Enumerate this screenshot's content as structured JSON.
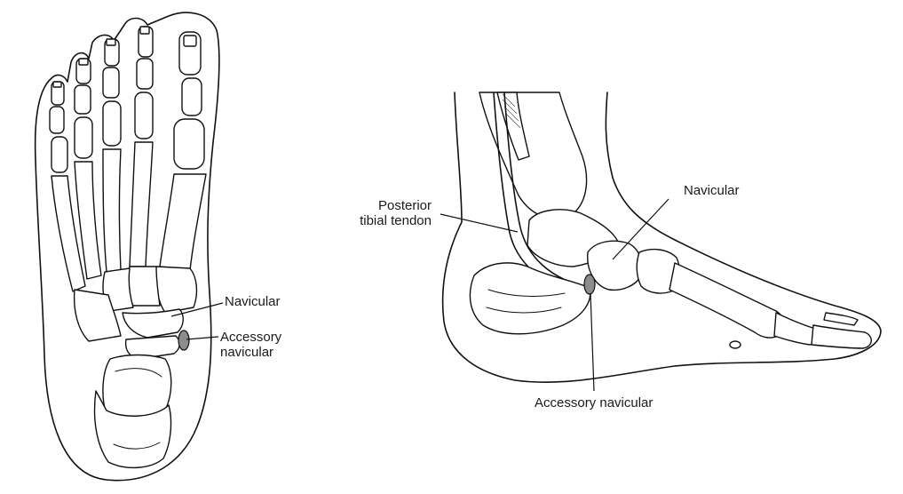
{
  "labels": {
    "top_view": {
      "navicular": "Navicular",
      "accessory_line1": "Accessory",
      "accessory_line2": "navicular"
    },
    "side_view": {
      "posterior_line1": "Posterior",
      "posterior_line2": "tibial tendon",
      "navicular": "Navicular",
      "accessory": "Accessory navicular"
    }
  },
  "colors": {
    "ink": "#111111",
    "accessory_bone_fill": "#8c8c8c",
    "background": "#ffffff"
  }
}
